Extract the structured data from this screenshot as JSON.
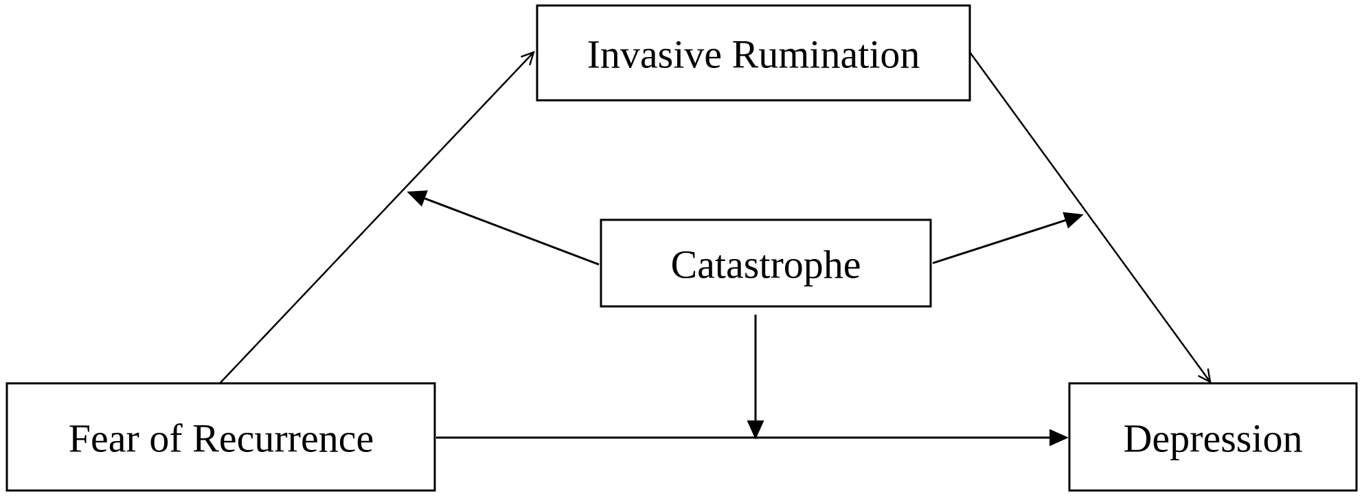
{
  "nodes": {
    "invasive_rumination": "Invasive Rumination",
    "catastrophe": "Catastrophe",
    "fear_of_recurrence": "Fear of Recurrence",
    "depression": "Depression"
  },
  "colors": {
    "stroke": "#000000",
    "background": "#ffffff"
  }
}
